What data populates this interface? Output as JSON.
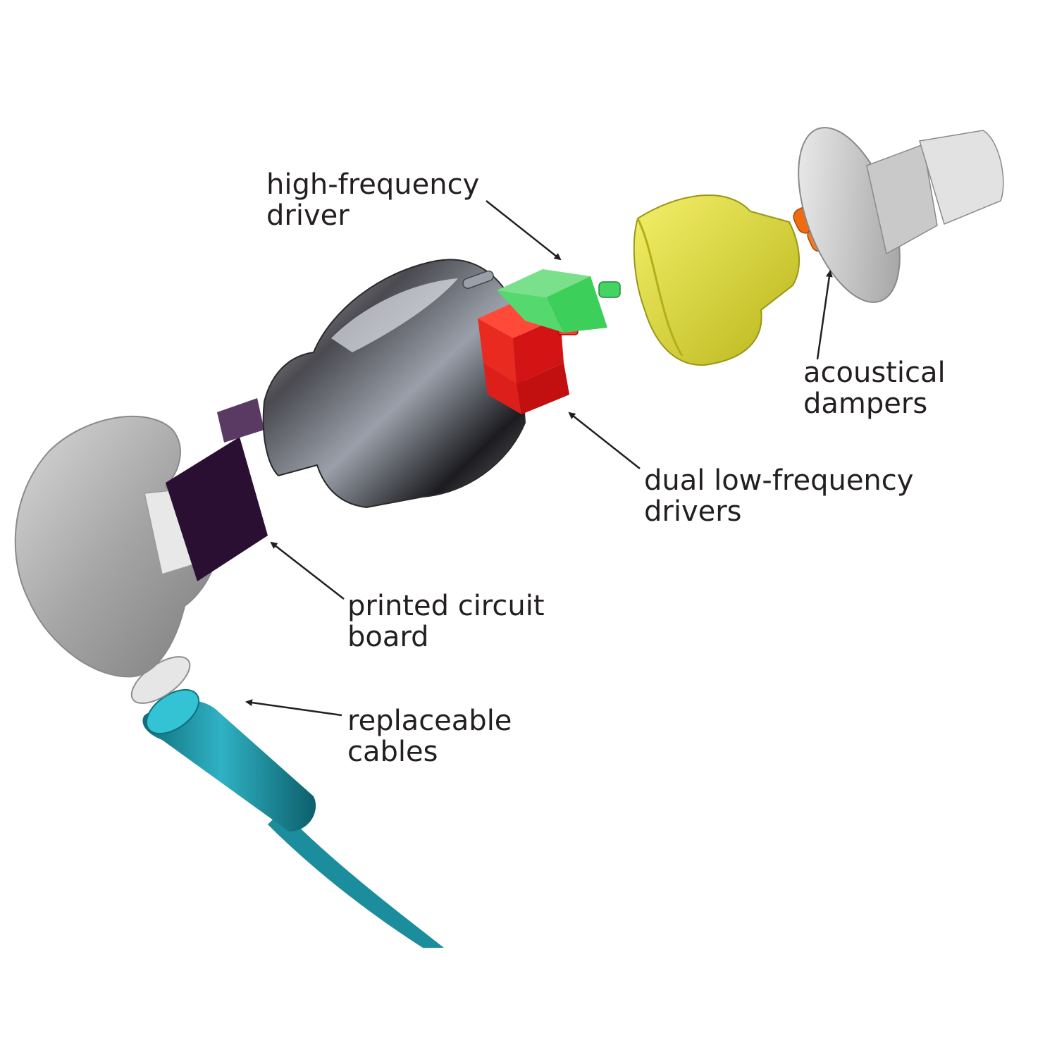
{
  "labels": {
    "high_frequency_driver": {
      "line1": "high-frequency",
      "line2": "driver"
    },
    "acoustical_dampers": {
      "line1": "acoustical",
      "line2": "dampers"
    },
    "dual_low_frequency_drivers": {
      "line1": "dual low-frequency",
      "line2": "drivers"
    },
    "printed_circuit_board": {
      "line1": "printed circuit",
      "line2": "board"
    },
    "replaceable_cables": {
      "line1": "replaceable",
      "line2": "cables"
    }
  },
  "colors": {
    "text": "#231f20",
    "cable": "#1e8e9e",
    "housing": "#a8a8a8",
    "pcb": "#2b0f33",
    "chrome": "#3a3a3a",
    "low_frequency_driver": "#e01818",
    "high_frequency_driver": "#3ccf5a",
    "nozzle": "#e6e22e",
    "damper": "#f06a10",
    "sleeve_tip": "#d2d2d2"
  }
}
